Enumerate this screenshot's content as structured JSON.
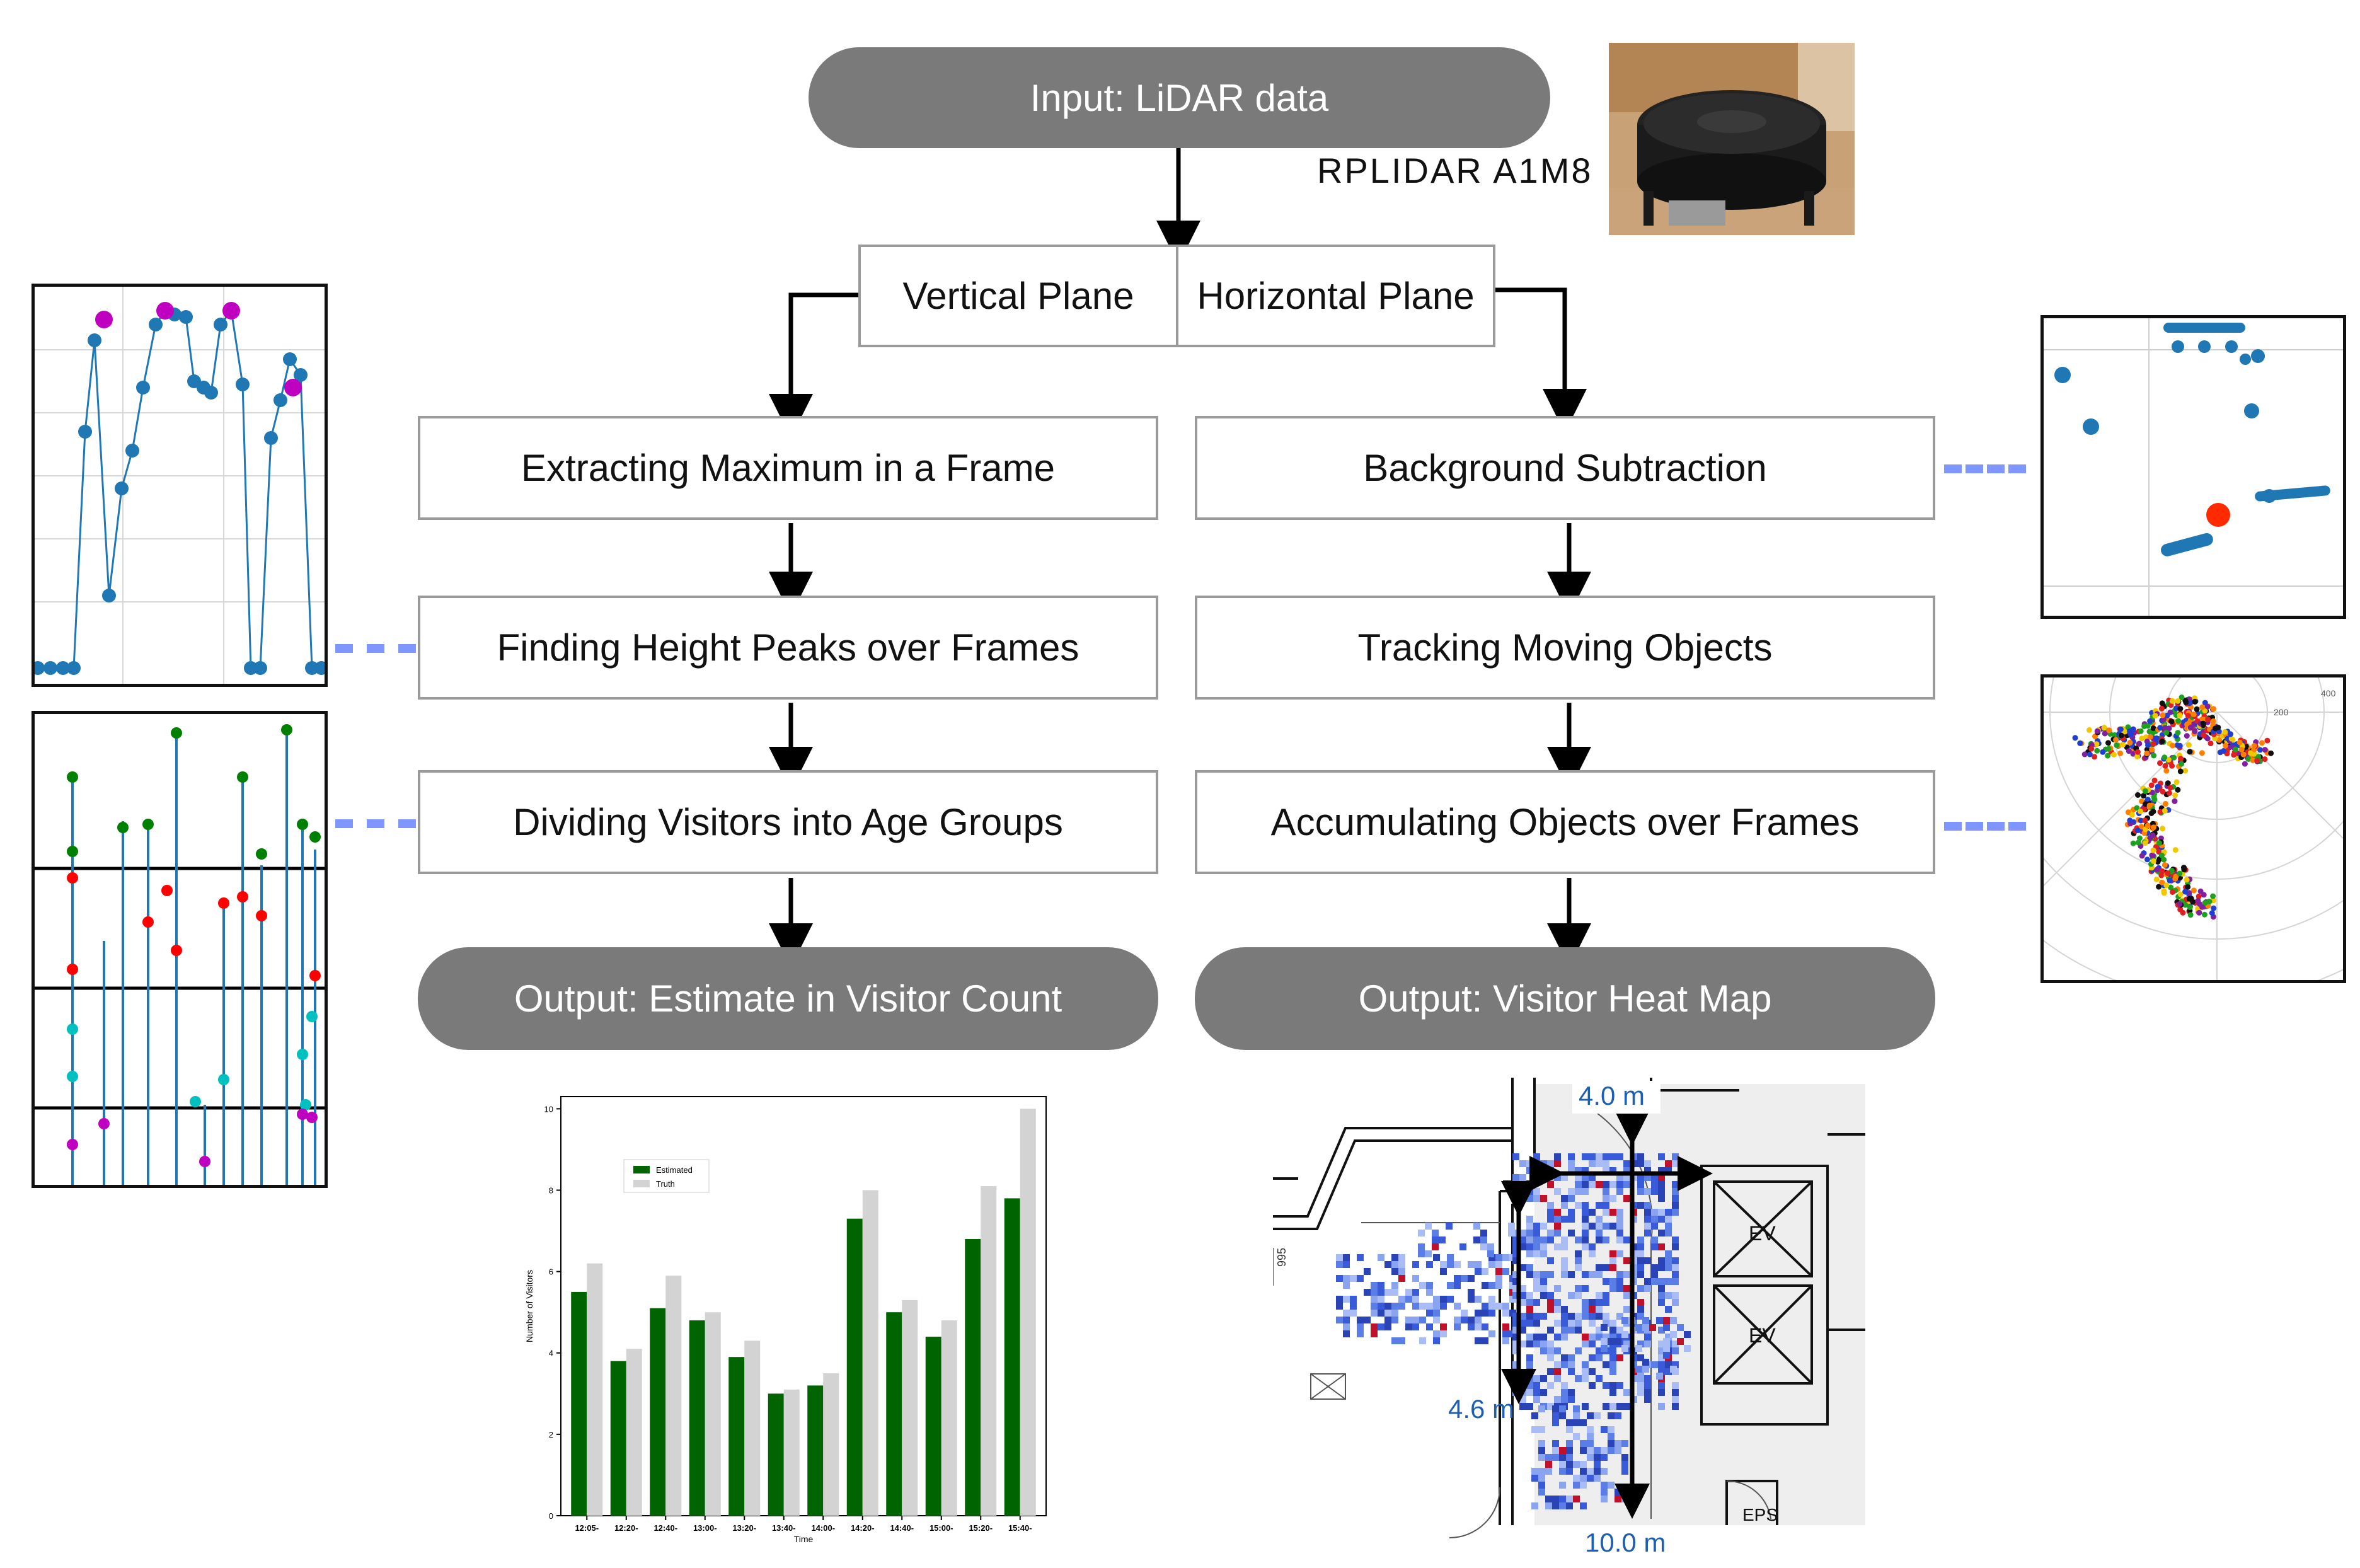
{
  "input": "Input: LiDAR data",
  "device_label": "RPLIDAR A1M8",
  "planes": {
    "vertical": "Vertical Plane",
    "horizontal": "Horizontal Plane"
  },
  "left_steps": [
    "Extracting Maximum in a Frame",
    "Finding Height Peaks over Frames",
    "Dividing Visitors into Age Groups"
  ],
  "right_steps": [
    "Background Subtraction",
    "Tracking Moving Objects",
    "Accumulating Objects over Frames"
  ],
  "outputs": {
    "left": "Output: Estimate in Visitor Count",
    "right": "Output: Visitor Heat Map"
  },
  "heatmap": {
    "top": "4.0 m",
    "left": "4.6 m",
    "bottom": "10.0 m",
    "room1": "EV",
    "room2": "EV",
    "room3": "EPS",
    "dim": "995"
  },
  "colors": {
    "box_border": "#9a9a9a",
    "pill": "#7a7a7a",
    "dash": "#7f96ff",
    "estimated": "#006400",
    "truth": "#d3d3d3",
    "point_blue": "#1f77b4",
    "peak": "#c000c0",
    "heat_blue": "#3a5bd9",
    "heat_red": "#c0102a"
  },
  "polar_ticks": [
    "200",
    "400"
  ],
  "chart_data": {
    "type": "bar",
    "categories": [
      "12:05-",
      "12:20-",
      "12:40-",
      "13:00-",
      "13:20-",
      "13:40-",
      "14:00-",
      "14:20-",
      "14:40-",
      "15:00-",
      "15:20-",
      "15:40-"
    ],
    "series": [
      {
        "name": "Estimated",
        "values": [
          5.5,
          3.8,
          5.1,
          4.8,
          3.9,
          3.0,
          3.2,
          7.3,
          5.0,
          4.4,
          6.8,
          7.8
        ]
      },
      {
        "name": "Truth",
        "values": [
          6.2,
          4.1,
          5.9,
          5.0,
          4.3,
          3.1,
          3.5,
          8.0,
          5.3,
          4.8,
          8.1,
          10.0
        ]
      }
    ],
    "yticks": [
      "0",
      "2",
      "4",
      "6",
      "8",
      "10"
    ],
    "ylim": [
      0,
      10.3
    ],
    "xlabel": "Time",
    "ylabel": "Number of Visitors",
    "legend_position": "upper-left"
  }
}
